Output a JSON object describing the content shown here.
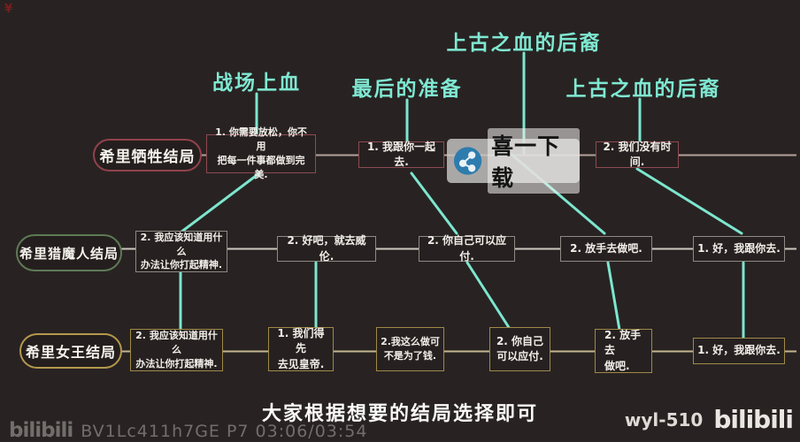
{
  "quests": {
    "q1": "战场上血",
    "q2": "最后的准备",
    "q3": "上古之血的后裔",
    "q4": "上古之血的后裔"
  },
  "endings": {
    "sacrifice": {
      "label": "希里牺牲结局",
      "choices": {
        "c1": "1. 你需要放松，你不用\n把每一件事都做到完美.",
        "c2": "1. 我跟你一起去.",
        "c3": "2. 我们没有时间."
      }
    },
    "witcher": {
      "label": "希里猎魔人结局",
      "choices": {
        "c1": "2. 我应该知道用什么\n办法让你打起精神.",
        "c2": "2. 好吧，就去威伦.",
        "c3": "2. 你自己可以应付.",
        "c4": "2. 放手去做吧.",
        "c5": "1. 好，我跟你去."
      }
    },
    "empress": {
      "label": "希里女王结局",
      "choices": {
        "c1": "2. 我应该知道用什么\n办法让你打起精神.",
        "c2": "1. 我们得先\n去见皇帝.",
        "c3": "2.我这么做可\n不是为了钱.",
        "c4": "2. 你自己\n可以应付.",
        "c5": "2. 放手去\n做吧.",
        "c6": "1. 好，我跟你去."
      }
    }
  },
  "watermark": {
    "text": "喜一下载",
    "icon": "share-nodes-icon"
  },
  "caption": "大家根据想要的结局选择即可",
  "player": {
    "logo": "bilibili",
    "video_info": "BV1Lc411h7GE P7 03:06/03:54"
  },
  "uploader": "wyl-510",
  "site_logo": "bilibili",
  "corner_mark": "¥",
  "colors": {
    "line_teal": "#7de6cf",
    "row_sacrifice": "#93414d",
    "row_witcher": "#5e7a55",
    "row_empress": "#b5984e",
    "background": "#282322"
  }
}
